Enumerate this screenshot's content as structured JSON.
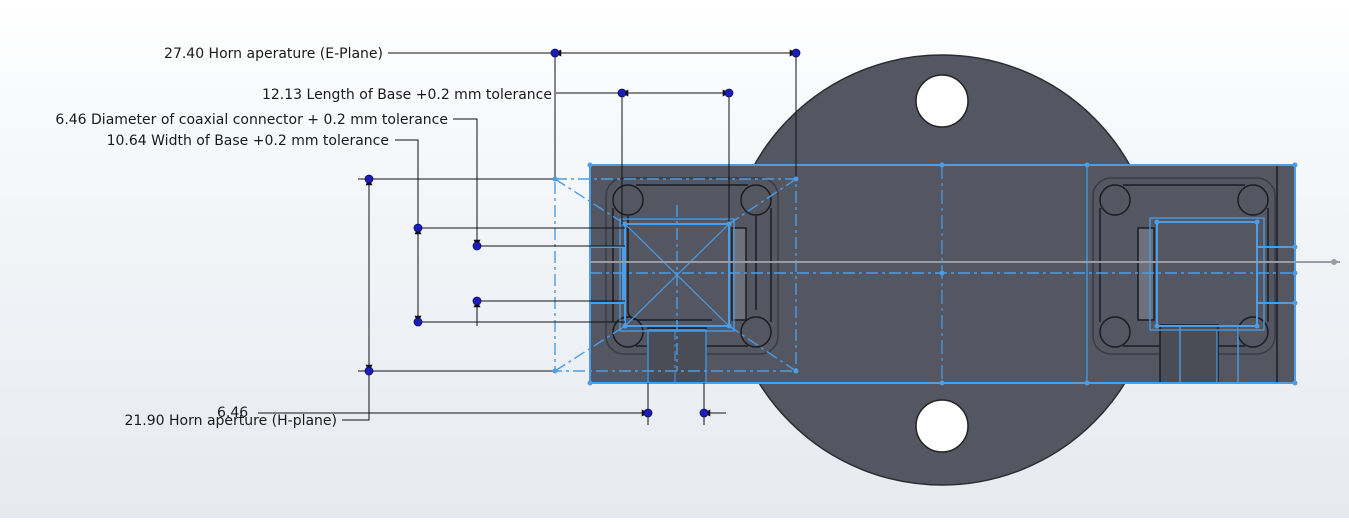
{
  "dimensions": {
    "horn_e_plane": "27.40 Horn aperature (E-Plane)",
    "base_length": "12.13 Length of Base +0.2 mm tolerance",
    "coax_diameter": "6.46 Diameter of coaxial connector + 0.2 mm tolerance",
    "base_width": "10.64 Width of Base +0.2 mm tolerance",
    "horn_h_plane": "21.90 Horn aperture (H-plane)",
    "coax_width_small": "6.46"
  },
  "colors": {
    "part_body": "#545661",
    "sketch_lines": "#4a9de6",
    "dimension_points": "#1c1cb8",
    "leader_lines": "#111111",
    "holes": "#ffffff"
  }
}
